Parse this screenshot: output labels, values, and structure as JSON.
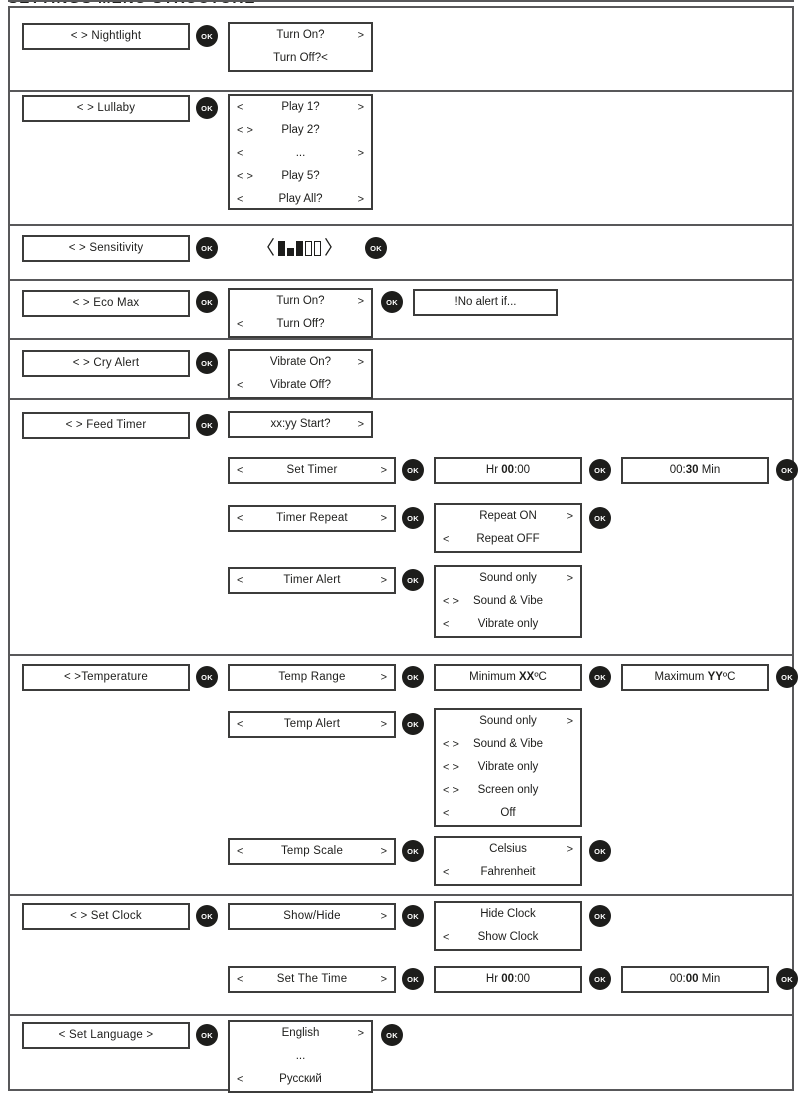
{
  "page": {
    "cut_off_title": "SETTINGS MENU STRUCTURE"
  },
  "ok_label": "OK",
  "sensitivity_meter": {
    "name": "sensitivity-level-meter",
    "left_bracket": "〈",
    "right_bracket": "〉",
    "bars": [
      {
        "state": "fill",
        "height": "h2"
      },
      {
        "state": "fill",
        "height": "h1"
      },
      {
        "state": "fill",
        "height": "h2"
      },
      {
        "state": "empty",
        "height": "h2"
      },
      {
        "state": "empty",
        "height": "h2"
      }
    ]
  },
  "sections": [
    {
      "id": "nightlight",
      "menu": {
        "left": "<",
        "label": "Nightlight",
        "right": ">",
        "text": "< > Nightlight"
      },
      "options": [
        {
          "lt": "",
          "text": "Turn On?",
          "gt": ">"
        },
        {
          "lt": "",
          "text": "Turn Off?<",
          "gt": ""
        }
      ]
    },
    {
      "id": "lullaby",
      "menu": {
        "text": "< >  Lullaby"
      },
      "options": [
        {
          "lt": "<",
          "text": "Play 1?",
          "gt": ">"
        },
        {
          "lt": "< >",
          "text": "Play 2?",
          "gt": ""
        },
        {
          "lt": "<",
          "text": "...",
          "gt": ">"
        },
        {
          "lt": "< >",
          "text": "Play 5?",
          "gt": ""
        },
        {
          "lt": "<",
          "text": "Play All?",
          "gt": ">"
        }
      ]
    },
    {
      "id": "sensitivity",
      "menu": {
        "text": "< > Sensitivity"
      }
    },
    {
      "id": "eco-max",
      "menu": {
        "text": "< > Eco Max"
      },
      "options": [
        {
          "lt": "",
          "text": "Turn On?",
          "gt": ">"
        },
        {
          "lt": "<",
          "text": "Turn Off?",
          "gt": ""
        }
      ],
      "note": "!No alert if..."
    },
    {
      "id": "cry-alert",
      "menu": {
        "text": "< > Cry Alert"
      },
      "options": [
        {
          "lt": "",
          "text": "Vibrate On?",
          "gt": ">"
        },
        {
          "lt": "<",
          "text": "Vibrate Off?",
          "gt": ""
        }
      ]
    },
    {
      "id": "feed-timer",
      "menu": {
        "text": "< > Feed Timer"
      },
      "start": {
        "lt": "",
        "text": "xx:yy Start?",
        "gt": ">"
      },
      "sub": [
        {
          "id": "set-timer",
          "label": {
            "lt": "<",
            "text": "Set Timer",
            "gt": ">"
          },
          "values": [
            {
              "text_plain": "Hr ",
              "text_bold": "00",
              "text_tail": ":00"
            },
            {
              "text_plain": "00:",
              "text_bold": "30",
              "text_tail": " Min"
            }
          ]
        },
        {
          "id": "timer-repeat",
          "label": {
            "lt": "<",
            "text": "Timer Repeat",
            "gt": ">"
          },
          "options": [
            {
              "lt": "",
              "text": "Repeat ON",
              "gt": ">"
            },
            {
              "lt": "<",
              "text": "Repeat OFF",
              "gt": ""
            }
          ]
        },
        {
          "id": "timer-alert",
          "label": {
            "lt": "<",
            "text": "Timer Alert",
            "gt": ">"
          },
          "options": [
            {
              "lt": "",
              "text": "Sound only",
              "gt": ">"
            },
            {
              "lt": "< >",
              "text": "Sound & Vibe",
              "gt": ""
            },
            {
              "lt": "<",
              "text": "Vibrate only",
              "gt": ""
            }
          ]
        }
      ]
    },
    {
      "id": "temperature",
      "menu": {
        "text": "< >Temperature"
      },
      "sub": [
        {
          "id": "temp-range",
          "label": {
            "lt": "",
            "text": "Temp Range",
            "gt": ">"
          },
          "values": [
            {
              "text_plain": "Minimum  ",
              "text_bold": "XX",
              "text_tail": "ºC"
            },
            {
              "text_plain": "Maximum  ",
              "text_bold": "YY",
              "text_tail": "ºC"
            }
          ]
        },
        {
          "id": "temp-alert",
          "label": {
            "lt": "<",
            "text": "Temp Alert",
            "gt": ">"
          },
          "options": [
            {
              "lt": "",
              "text": "Sound only",
              "gt": ">"
            },
            {
              "lt": "< >",
              "text": "Sound & Vibe",
              "gt": ""
            },
            {
              "lt": "< >",
              "text": "Vibrate only",
              "gt": ""
            },
            {
              "lt": "< >",
              "text": "Screen only",
              "gt": ""
            },
            {
              "lt": "<",
              "text": "Off",
              "gt": ""
            }
          ]
        },
        {
          "id": "temp-scale",
          "label": {
            "lt": "<",
            "text": "Temp Scale",
            "gt": ">"
          },
          "options": [
            {
              "lt": "",
              "text": "Celsius",
              "gt": ">"
            },
            {
              "lt": "<",
              "text": "Fahrenheit",
              "gt": ""
            }
          ]
        }
      ]
    },
    {
      "id": "set-clock",
      "menu": {
        "text": "< > Set Clock"
      },
      "sub": [
        {
          "id": "show-hide",
          "label": {
            "lt": "",
            "text": "Show/Hide",
            "gt": ">"
          },
          "options": [
            {
              "lt": "",
              "text": "Hide Clock",
              "gt": ""
            },
            {
              "lt": "<",
              "text": "Show Clock",
              "gt": ""
            }
          ]
        },
        {
          "id": "set-the-time",
          "label": {
            "lt": "<",
            "text": "Set The Time",
            "gt": ">"
          },
          "values": [
            {
              "text_plain": "Hr ",
              "text_bold": "00",
              "text_tail": ":00"
            },
            {
              "text_plain": "00:",
              "text_bold": "00",
              "text_tail": " Min"
            }
          ]
        }
      ]
    },
    {
      "id": "set-language",
      "menu": {
        "text": "< Set Language >"
      },
      "options": [
        {
          "lt": "",
          "text": "English",
          "gt": ">"
        },
        {
          "lt": "",
          "text": "...",
          "gt": ""
        },
        {
          "lt": "<",
          "text": "Русский",
          "gt": ""
        }
      ]
    }
  ]
}
